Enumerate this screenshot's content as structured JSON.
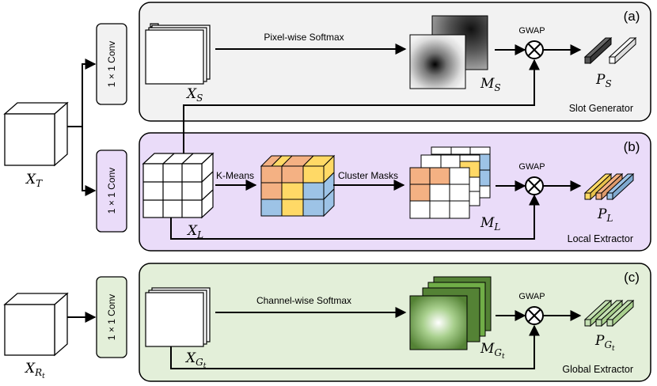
{
  "panels": {
    "a": {
      "tag": "(a)",
      "name": "Slot Generator",
      "fill": "#f2f2f2"
    },
    "b": {
      "tag": "(b)",
      "name": "Local Extractor",
      "fill": "#eadcf9"
    },
    "c": {
      "tag": "(c)",
      "name": "Global Extractor",
      "fill": "#e3efd9"
    }
  },
  "conv_label": "1 × 1 Conv",
  "ops": {
    "pixel_softmax": "Pixel-wise Softmax",
    "kmeans": "K-Means",
    "cluster_masks": "Cluster Masks",
    "channel_softmax": "Channel-wise Softmax",
    "gwap_a": "GWAP",
    "gwap_b": "GWAP",
    "gwap_c": "GWAP"
  },
  "symbols": {
    "xt": {
      "main": "X",
      "sub": "T"
    },
    "xrt": {
      "main": "X",
      "sub": "R",
      "subsub": "t"
    },
    "xs": {
      "main": "X",
      "sub": "S"
    },
    "ms": {
      "main": "M",
      "sub": "S"
    },
    "ps": {
      "main": "P",
      "sub": "S"
    },
    "xl": {
      "main": "X",
      "sub": "L"
    },
    "ml": {
      "main": "M",
      "sub": "L"
    },
    "pl": {
      "main": "P",
      "sub": "L"
    },
    "xgt": {
      "main": "X",
      "sub": "G",
      "subsub": "t"
    },
    "mgt": {
      "main": "M",
      "sub": "G",
      "subsub": "t"
    },
    "pgt": {
      "main": "P",
      "sub": "G",
      "subsub": "t"
    }
  },
  "colors": {
    "orange": "#f4b183",
    "yellow": "#ffd966",
    "blue": "#9dc3e6",
    "green_dark": "#548235",
    "green_light": "#c5e0b4",
    "conv_gray": "#f2f2f2",
    "conv_purple": "#eadcf9",
    "conv_green": "#e3efd9"
  }
}
